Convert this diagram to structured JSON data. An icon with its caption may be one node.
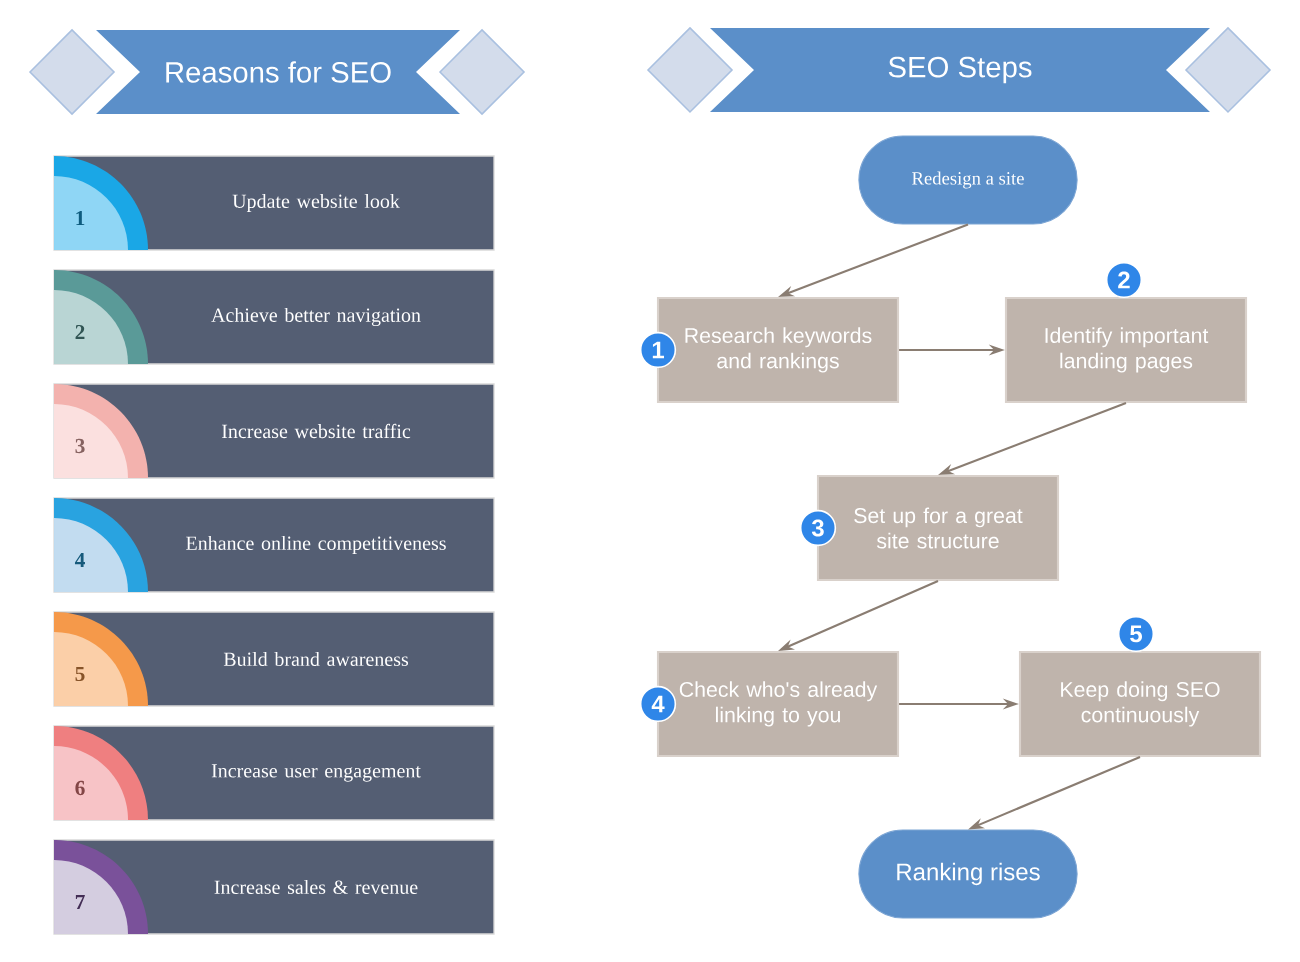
{
  "diagram": {
    "nodes": [
      {
        "text": [
          "Reasons for SEO"
        ]
      },
      {
        "text": [
          "SEO Steps"
        ]
      },
      {
        "text": [
          "1",
          "Update website look"
        ]
      },
      {
        "text": [
          "2",
          "Achieve better navigation"
        ]
      },
      {
        "text": [
          "3",
          "Increase website traffic"
        ]
      },
      {
        "text": [
          "4",
          "Enhance online competitiveness"
        ]
      },
      {
        "text": [
          "5",
          "Build brand awareness"
        ]
      },
      {
        "text": [
          "6",
          "Increase user engagement"
        ]
      },
      {
        "text": [
          "7",
          "Increase sales & revenue"
        ]
      },
      {
        "text": [
          "Redesign a site"
        ]
      },
      {
        "text": [
          "Research keywords and rankings"
        ],
        "beside": [
          "1"
        ]
      },
      {
        "text": [
          "Identify important landing pages"
        ],
        "beside": [
          "2"
        ]
      },
      {
        "text": [
          "Set up for a great site structure"
        ],
        "beside": [
          "3"
        ]
      },
      {
        "text": [
          "Check who's already linking to you"
        ],
        "beside": [
          "4"
        ]
      },
      {
        "text": [
          "Keep doing SEO continuously"
        ],
        "beside": [
          "5"
        ]
      },
      {
        "text": [
          "Ranking rises"
        ]
      }
    ],
    "edges": [
      {
        "from": 9,
        "to": 10,
        "arrow": "to"
      },
      {
        "from": 10,
        "to": 11,
        "arrow": "to"
      },
      {
        "from": 11,
        "to": 12,
        "arrow": "to"
      },
      {
        "from": 12,
        "to": 13,
        "arrow": "to"
      },
      {
        "from": 13,
        "to": 14,
        "arrow": "to"
      },
      {
        "from": 14,
        "to": 15,
        "arrow": "to"
      }
    ]
  }
}
